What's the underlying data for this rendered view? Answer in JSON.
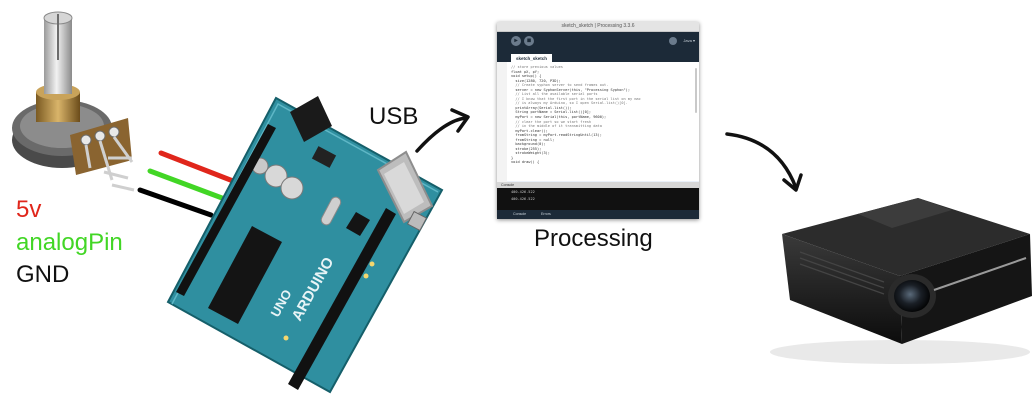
{
  "labels": {
    "usb": "USB",
    "processing": "Processing",
    "five_volt": "5v",
    "analog_pin": "analogPin",
    "gnd": "GND"
  },
  "board": {
    "arduino_text": "ARDUINO",
    "uno_text": "UNO"
  },
  "ide": {
    "window_title": "sketch_sketch | Processing 3.3.6",
    "tab_label": "sketch_sketch",
    "mode_label": "Java ▾",
    "console_bar_label": "Console",
    "console_lines": [
      "400.426.522",
      "400.426.522"
    ],
    "bottom_console": "Console",
    "bottom_errors": "Errors",
    "code_lines": [
      "// store previous values",
      "float pX, pY;",
      "",
      "void setup() {",
      "  size(1280, 720, P3D);",
      "",
      "  // Create syphon server to send frames out.",
      "  server = new SyphonServer(this, \"Processing Syphon\");",
      "",
      "  // List all the available serial ports",
      "  // I know that the first port in the serial list on my mac",
      "  // is always my Arduino, so I open Serial.list()[0].",
      "  printArray(Serial.list());",
      "  String portName = Serial.list()[0];",
      "  myPort = new Serial(this, portName, 9600);",
      "  // clear the port so we start fresh",
      "  // in the middle of it transmitting data",
      "  myPort.clear();",
      "  fromString = myPort.readStringUntil(13);",
      "  fromString = null;",
      "",
      "  background(0);",
      "  stroke(255);",
      "  strokeWeight(3);",
      "}",
      "",
      "void draw() {"
    ]
  },
  "colors": {
    "wire_red": "#e0261b",
    "wire_green": "#42d625",
    "wire_black": "#000000",
    "label_red": "#e0261b",
    "label_green": "#42d625",
    "board_teal": "#2f8fa0",
    "board_dark": "#1d6b78",
    "projector_body": "#1a1a1a"
  }
}
